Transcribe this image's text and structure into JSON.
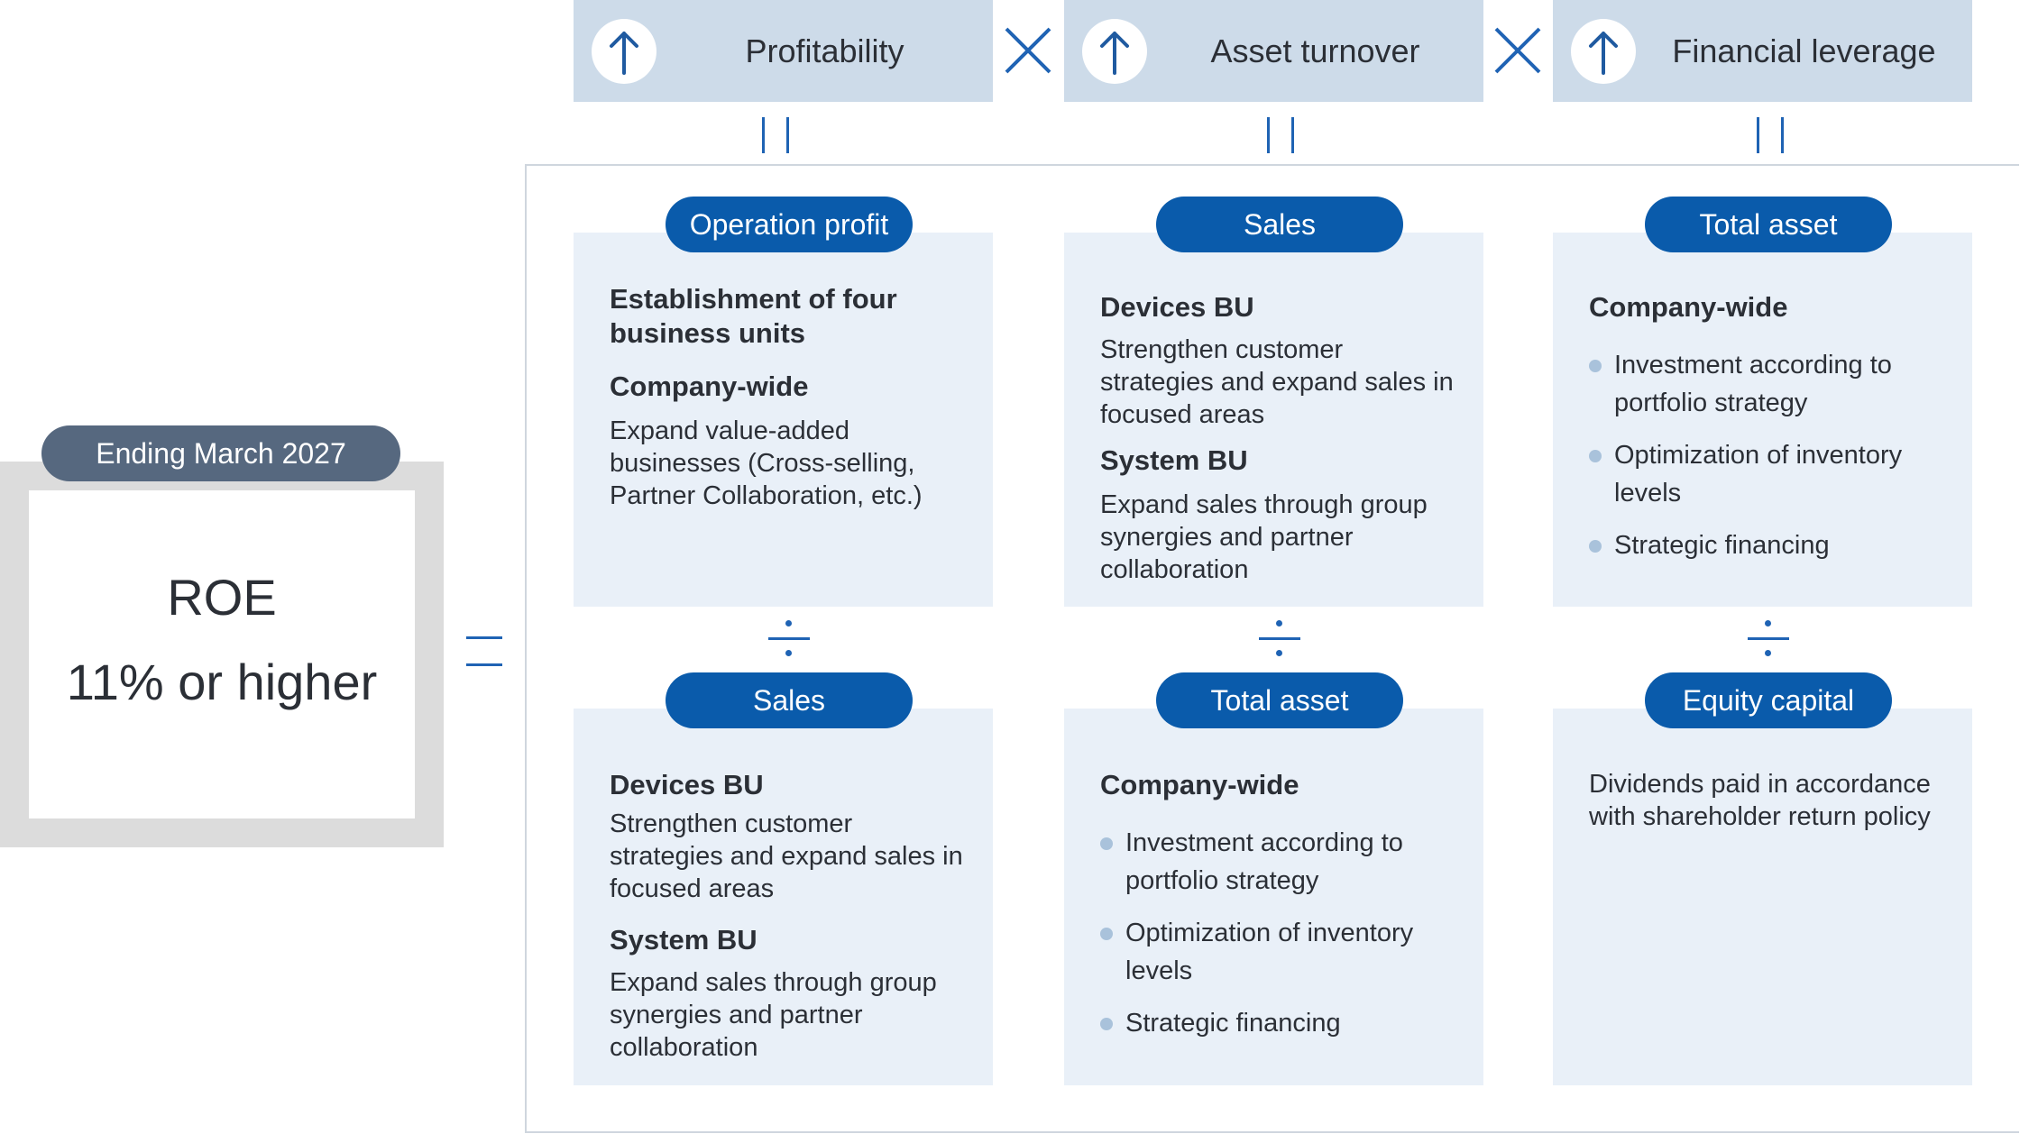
{
  "roe": {
    "period": "Ending March 2027",
    "label": "ROE",
    "target": "11% or higher"
  },
  "factors": [
    {
      "label": "Profitability",
      "icon": "arrow-up-icon"
    },
    {
      "label": "Asset turnover",
      "icon": "arrow-up-icon"
    },
    {
      "label": "Financial leverage",
      "icon": "arrow-up-icon"
    }
  ],
  "numerators": [
    {
      "pill": "Operation profit",
      "heading1": "Establishment of four business units",
      "heading2": "Company-wide",
      "text2": "Expand value-added businesses (Cross-selling, Partner Collaboration, etc.)"
    },
    {
      "pill": "Sales",
      "heading1": "Devices BU",
      "text1": "Strengthen customer strategies and expand sales in focused areas",
      "heading2": "System BU",
      "text2": "Expand sales through group synergies and partner collaboration"
    },
    {
      "pill": "Total asset",
      "heading1": "Company-wide",
      "bullets": [
        "Investment according to portfolio strategy",
        "Optimization of inventory levels",
        "Strategic financing"
      ]
    }
  ],
  "denominators": [
    {
      "pill": "Sales",
      "heading1": "Devices BU",
      "text1": "Strengthen customer strategies and expand sales in focused areas",
      "heading2": "System BU",
      "text2": "Expand sales through group synergies and partner collaboration"
    },
    {
      "pill": "Total asset",
      "heading1": "Company-wide",
      "bullets": [
        "Investment according to portfolio strategy",
        "Optimization of inventory levels",
        "Strategic financing"
      ]
    },
    {
      "pill": "Equity capital",
      "text1": "Dividends paid in accordance with shareholder return policy"
    }
  ],
  "colors": {
    "pill": "#0a5bab",
    "header": "#cddbe9",
    "card": "#e9f0f8",
    "accent": "#1f63b4",
    "roe_pill": "#56687f"
  }
}
